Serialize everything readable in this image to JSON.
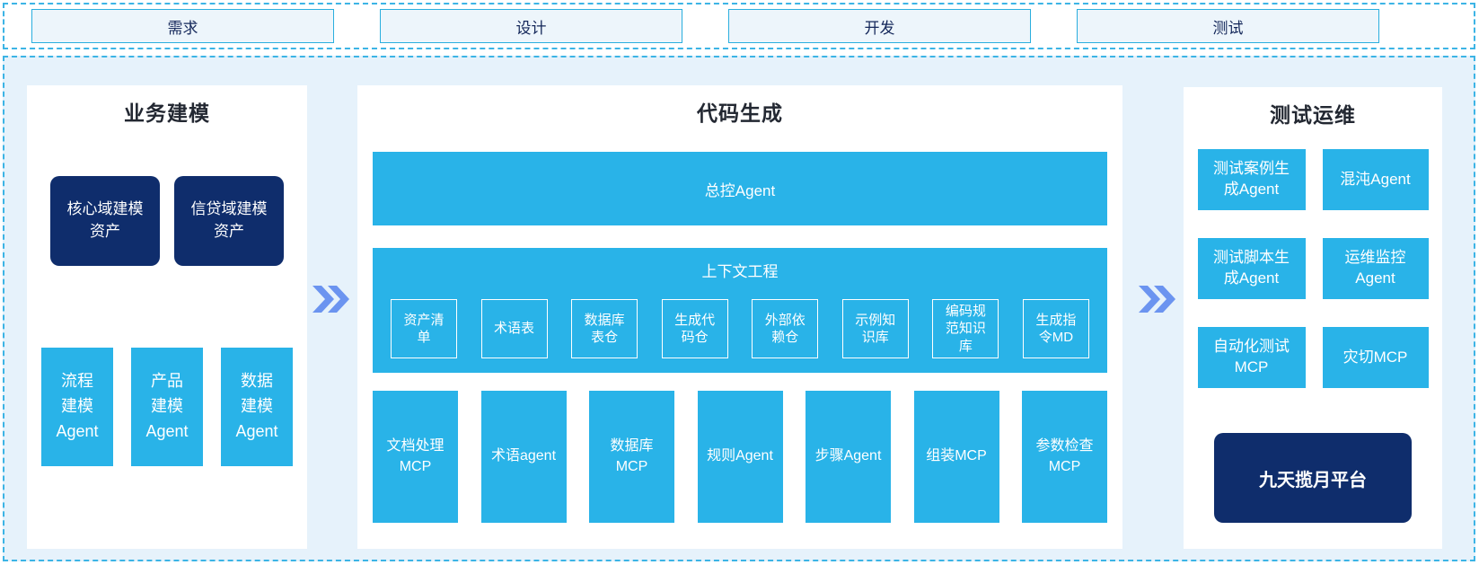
{
  "phases": {
    "labels": [
      "需求",
      "设计",
      "开发",
      "测试"
    ]
  },
  "panels": {
    "business": {
      "title": "业务建模",
      "assets": [
        "核心域建模\n资产",
        "信贷域建模\n资产"
      ],
      "agents": [
        "流程\n建模\nAgent",
        "产品\n建模\nAgent",
        "数据\n建模\nAgent"
      ]
    },
    "codegen": {
      "title": "代码生成",
      "master_agent": "总控Agent",
      "context": {
        "title": "上下文工程",
        "items": [
          "资产清\n单",
          "术语表",
          "数据库\n表仓",
          "生成代\n码仓",
          "外部依\n赖仓",
          "示例知\n识库",
          "编码规\n范知识\n库",
          "生成指\n令MD"
        ]
      },
      "mcp_row": [
        "文档处理\nMCP",
        "术语agent",
        "数据库\nMCP",
        "规则Agent",
        "步骤Agent",
        "组装MCP",
        "参数检查\nMCP"
      ]
    },
    "testops": {
      "title": "测试运维",
      "boxes": [
        "测试案例生\n成Agent",
        "混沌Agent",
        "测试脚本生\n成Agent",
        "运维监控\nAgent",
        "自动化测试\nMCP",
        "灾切MCP"
      ],
      "platform": "九天揽月平台"
    }
  },
  "colors": {
    "cyan": "#29b3e8",
    "navy": "#0f2d6c",
    "canvas_bg": "#e6f2fb",
    "panel_bg": "#ffffff",
    "dashed_border": "#3cb4e5",
    "phase_box_bg": "#edf5fb",
    "phase_box_border": "#2aaede",
    "arrow": "#6b94f0",
    "title_text": "#232832",
    "phase_text": "#14275a"
  }
}
